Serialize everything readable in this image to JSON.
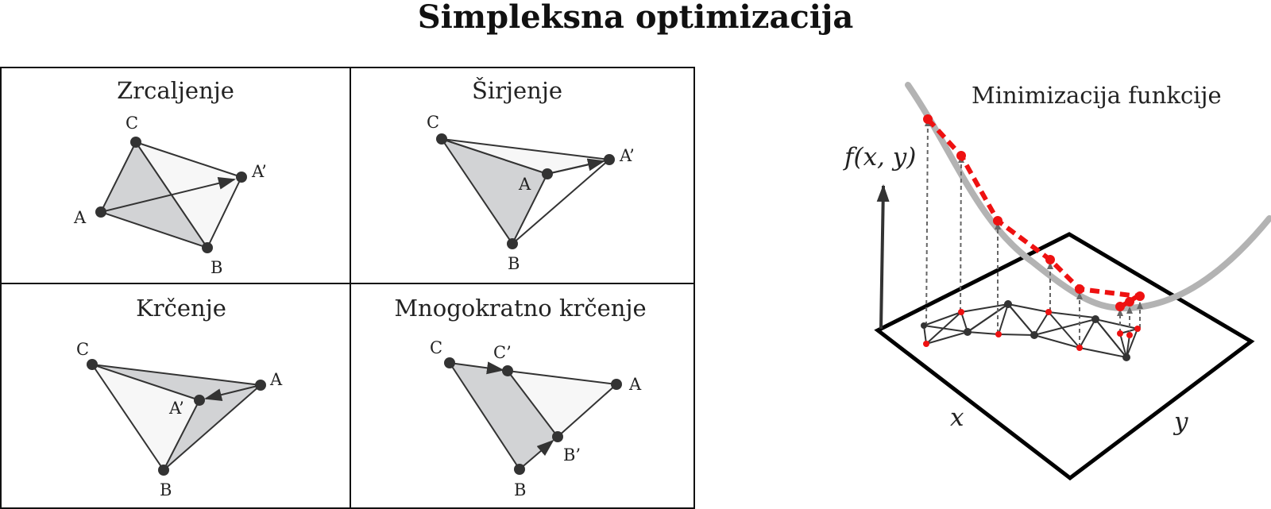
{
  "title": "Simpleksna optimizacija",
  "panels": [
    {
      "title": "Zrcaljenje",
      "labels": {
        "A": "A",
        "B": "B",
        "C": "C",
        "A2": "A’"
      }
    },
    {
      "title": "Širjenje",
      "labels": {
        "A": "A",
        "B": "B",
        "C": "C",
        "A2": "A’"
      }
    },
    {
      "title": "Krčenje",
      "labels": {
        "A": "A",
        "B": "B",
        "C": "C",
        "A2": "A’"
      }
    },
    {
      "title": "Mnogokratno krčenje",
      "labels": {
        "A": "A",
        "B": "B",
        "C": "C",
        "B2": "B’",
        "C2": "C’"
      }
    }
  ],
  "plot": {
    "caption": "Minimizacija funkcije",
    "f_label": "f(x, y)",
    "x_label": "x",
    "y_label": "y"
  },
  "colors": {
    "shaded": "#d2d3d5",
    "light_fill": "#f7f7f7",
    "point": "#333333",
    "path": "#ee1111",
    "curve": "#b3b3b3",
    "frame": "#000000"
  }
}
